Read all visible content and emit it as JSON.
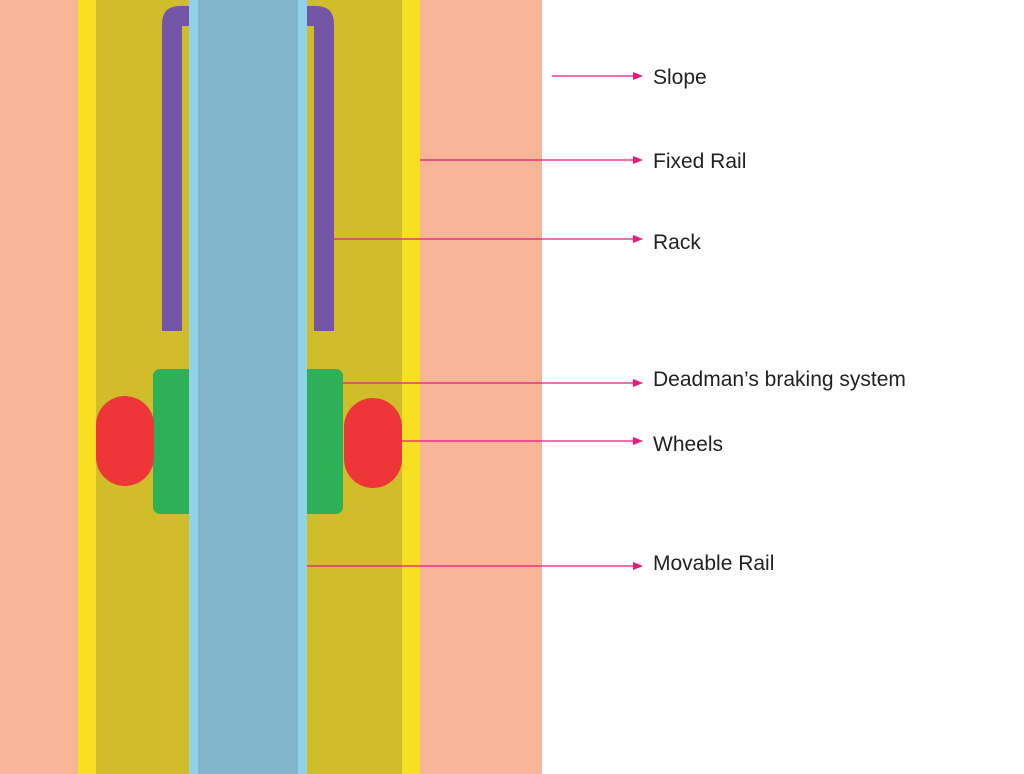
{
  "colors": {
    "slope": "#f8b598",
    "fixed_rail": "#f7df22",
    "rail_bed": "#d1bc2a",
    "rack": "#7456a6",
    "movable_rail_edge": "#8fd3ea",
    "movable_rail": "#7fb6cb",
    "braking_system": "#2db057",
    "wheels": "#ee3538",
    "leader_line": "#e6197f",
    "text": "#231f20"
  },
  "labels": {
    "slope": "Slope",
    "fixed_rail": "Fixed Rail",
    "rack": "Rack",
    "braking": "Deadman’s braking system",
    "wheels": "Wheels",
    "movable_rail": "Movable Rail"
  }
}
